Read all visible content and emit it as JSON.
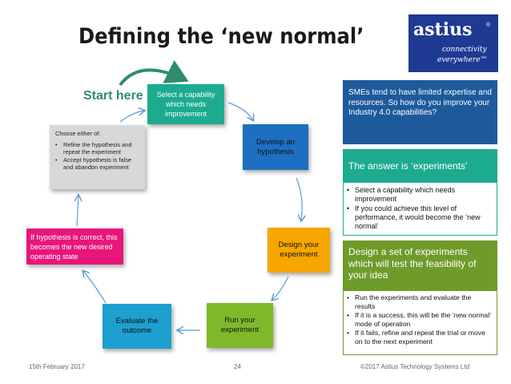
{
  "slide": {
    "title": "Defining the ‘new normal’",
    "start_label": "Start here"
  },
  "logo": {
    "word": "astius",
    "registered": "®",
    "tagline_1": "connectivity",
    "tagline_2": "everywhere™"
  },
  "cycle": {
    "step_select": "Select a capability which needs improvement",
    "step_hypothesis": "Develop an hypothesis",
    "step_design": "Design your experiment",
    "step_run": "Run your experiment",
    "step_evaluate": "Evaluate the outcome",
    "step_correct": "If hypothesis is correct, this becomes the new desired operating state",
    "step_choose": {
      "heading": "Choose either of:",
      "options": [
        "Refine the hypothesis and repeat the experiment",
        "Accept hypothesis is false and abandon experiment"
      ]
    }
  },
  "sidebar": {
    "intro": "SMEs tend to have limited expertise and resources. So how do you improve your Industry 4.0 capabilities?",
    "answer_heading": "The answer is ‘experiments’",
    "answer_points": [
      "Select a capability which needs improvement",
      "If you could achieve this level of performance, it would become the ‘new normal’"
    ],
    "design_heading": "Design a set of experiments which will test the feasibility of your idea",
    "design_points": [
      "Run the experiments and evaluate the results",
      "If it is a success, this will be the ‘new normal’ mode of operation",
      "If it fails, refine and repeat the trial or move on to the next experiment"
    ]
  },
  "footer": {
    "date": "15th February 2017",
    "page": "24",
    "copyright": "©2017 Astius Technology Systems Ltd"
  },
  "colors": {
    "teal": "#1dab8f",
    "blue": "#1d6fc1",
    "orange": "#f7a600",
    "light_green": "#7fb92a",
    "light_blue": "#1da0cf",
    "pink": "#e8167a",
    "grey": "#d8d8d8",
    "navy_panel": "#1d5a9c",
    "olive_panel": "#6f9b2a",
    "logo_blue": "#1f3a93"
  }
}
